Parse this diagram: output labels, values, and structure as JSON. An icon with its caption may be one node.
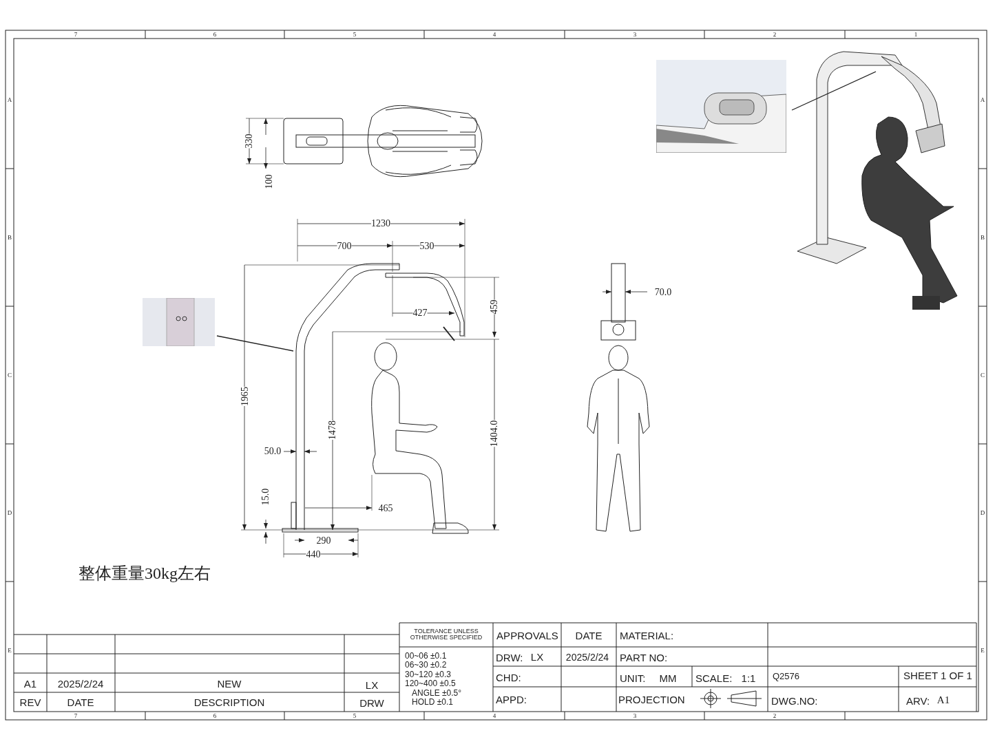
{
  "diagram": {
    "nodes": [
      {
        "text": [],
        "shape": "picture"
      },
      {
        "text": [],
        "shape": "picture"
      }
    ],
    "edges": [
      {
        "from": 0,
        "to": null,
        "arrow": "none"
      },
      {
        "from": 1,
        "to": null,
        "arrow": "none"
      }
    ],
    "labels": [
      "7",
      "6",
      "5",
      "4",
      "3",
      "2",
      "1",
      "A",
      "B",
      "C",
      "D",
      "E",
      "A",
      "B",
      "C",
      "D",
      "E",
      "7",
      "6",
      "5",
      "4",
      "3",
      "2",
      "330",
      "100",
      "1230",
      "700",
      "530",
      "459",
      "427",
      "1965",
      "1478",
      "1404.0",
      "50.0",
      "15.0",
      "465",
      "290",
      "440",
      "70.0",
      "整体重量30kg左右",
      "A1",
      "2025/2/24",
      "NEW",
      "LX",
      "REV",
      "DATE",
      "DESCRIPTION",
      "DRW",
      "TOLERANCE UNLESS OTHERWISE SPECIFIED",
      "00~06 ±0.1",
      "06~30 ±0.2",
      "30~120 ±0.3",
      "120~400 ±0.5",
      "ANGLE ±0.5°",
      "HOLD ±0.1",
      "APPROVALS",
      "DATE",
      "MATERIAL:",
      "DRW:",
      "LX",
      "2025/2/24",
      "PART NO:",
      "CHD:",
      "UNIT:",
      "MM",
      "SCALE:",
      "1:1",
      "APPD:",
      "PROJECTION",
      "Q2576",
      "SHEET 1 OF 1",
      "DWG.NO:",
      "ARV:",
      "A1"
    ]
  }
}
